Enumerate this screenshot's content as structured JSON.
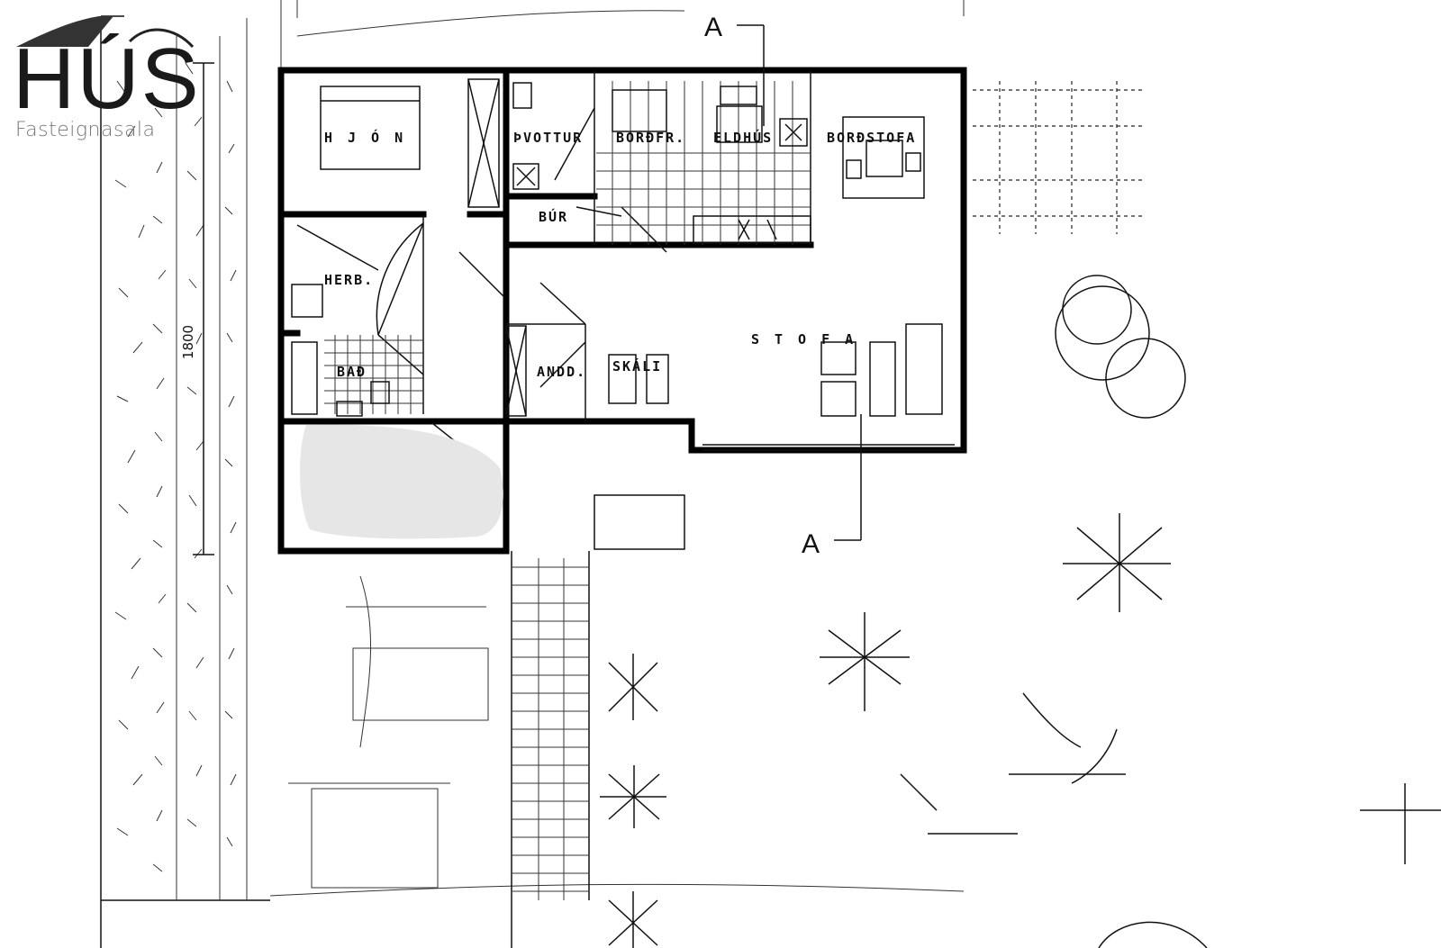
{
  "logo": {
    "word": "HÚS",
    "subtitle": "Fasteignasala"
  },
  "rooms": {
    "hjon": "HJÓN",
    "thvottur": "ÞVOTTUR",
    "borda": "BORÐFR.",
    "eldhus": "ELDHÚS",
    "bordstofa": "BORÐSTOFA",
    "bur": "BÚR",
    "herb": "HERB.",
    "bad": "BAÐ",
    "andd": "ANDD.",
    "skali": "SKÁLI",
    "stofa": "STOFA"
  },
  "section_marks": {
    "top": "A",
    "bottom": "A"
  },
  "dimension": "1800",
  "colors": {
    "wall": "#000000",
    "redacted_area": "#e6e6e6",
    "logo_text": "#1a1a1a",
    "logo_subtitle": "#777777"
  }
}
